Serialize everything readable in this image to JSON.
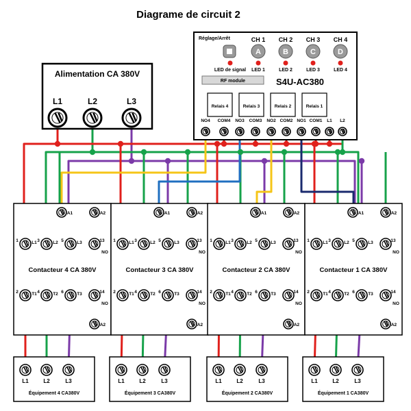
{
  "title": "Diagrame de circuit 2",
  "power_supply": {
    "title": "Alimentation CA 380V",
    "terminals": [
      "L1",
      "L2",
      "L3"
    ]
  },
  "controller": {
    "model": "S4U-AC380",
    "setting_label": "Réglage/Arrêt",
    "signal_led_label": "LED de signal",
    "rf_module_label": "RF module",
    "channels": [
      {
        "name": "CH 1",
        "letter": "A",
        "led": "LED 1"
      },
      {
        "name": "CH 2",
        "letter": "B",
        "led": "LED 2"
      },
      {
        "name": "CH 3",
        "letter": "C",
        "led": "LED 3"
      },
      {
        "name": "CH 4",
        "letter": "D",
        "led": "LED 4"
      }
    ],
    "relays": [
      "Relais 4",
      "Relais 3",
      "Relais 2",
      "Relais 1"
    ],
    "terminals": [
      "NO4",
      "COM4",
      "NO3",
      "COM3",
      "NO2",
      "COM2",
      "NO1",
      "COM1",
      "L1",
      "L2"
    ]
  },
  "contactors": [
    {
      "title": "Contacteur 4 CA 380V"
    },
    {
      "title": "Contacteur 3 CA 380V"
    },
    {
      "title": "Contacteur 2 CA 380V"
    },
    {
      "title": "Contacteur 1 CA 380V"
    }
  ],
  "contactor_terminals": {
    "coil_a1": "A1",
    "coil_a2": "A2",
    "top_numbers": [
      "1",
      "3",
      "5",
      "13"
    ],
    "top_labels": [
      "L1",
      "L2",
      "L3"
    ],
    "bottom_numbers": [
      "2",
      "4",
      "6",
      "14"
    ],
    "bottom_labels": [
      "T1",
      "T2",
      "T3"
    ],
    "no_label": "NO"
  },
  "equipment": [
    {
      "title": "Équipement 4 CA380V"
    },
    {
      "title": "Équipement 3 CA380V"
    },
    {
      "title": "Équipement 2 CA380V"
    },
    {
      "title": "Équipement 1 CA380V"
    }
  ],
  "equipment_terminals": [
    "L1",
    "L2",
    "L3"
  ],
  "colors": {
    "red": "#e0201c",
    "green": "#16a24a",
    "purple": "#7b3aa8",
    "yellow": "#f5c518",
    "blue": "#1f6fc0",
    "navy": "#1a2a6e",
    "panel_bg": "#f2f2f2",
    "led_red": "#e0201c",
    "button_gray": "#9a9a9a"
  }
}
